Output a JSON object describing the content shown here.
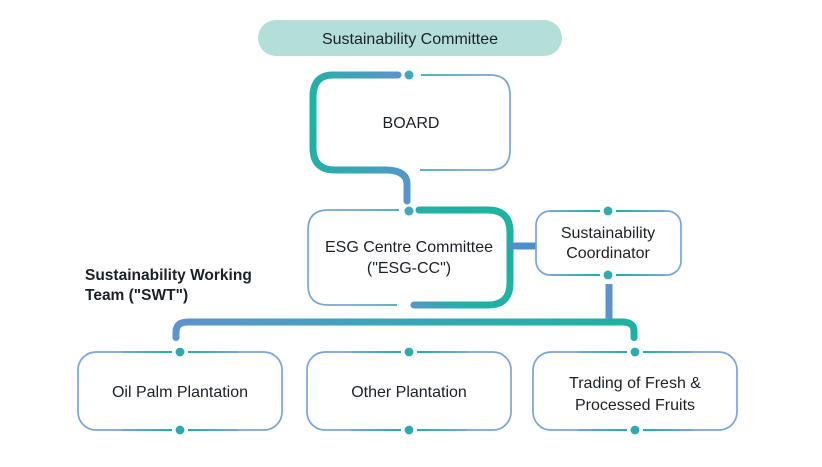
{
  "diagram": {
    "title": "Sustainability Committee",
    "nodes": {
      "board": {
        "label": "BOARD"
      },
      "esg_cc": {
        "line1": "ESG Centre Committee",
        "line2": "(\"ESG-CC\")"
      },
      "coordinator": {
        "line1": "Sustainability",
        "line2": "Coordinator"
      },
      "oil_palm": {
        "label": "Oil Palm Plantation"
      },
      "other_plantation": {
        "label": "Other Plantation"
      },
      "trading": {
        "line1": "Trading of Fresh &",
        "line2": "Processed Fruits"
      }
    },
    "labels": {
      "swt_line1": "Sustainability Working",
      "swt_line2": "Team (\"SWT\")"
    },
    "edges": [
      {
        "from": "BOARD",
        "to": "ESG Centre Committee (\"ESG-CC\")"
      },
      {
        "from": "ESG Centre Committee (\"ESG-CC\")",
        "to": "Sustainability Coordinator"
      },
      {
        "from": "Sustainability Coordinator",
        "to": "Sustainability Working Team (\"SWT\")"
      },
      {
        "from": "Sustainability Working Team (\"SWT\")",
        "to": "Oil Palm Plantation"
      },
      {
        "from": "Sustainability Working Team (\"SWT\")",
        "to": "Other Plantation"
      },
      {
        "from": "Sustainability Working Team (\"SWT\")",
        "to": "Trading of Fresh & Processed Fruits"
      }
    ],
    "colors": {
      "pill_fill": "#b4dfd9",
      "teal": "#1fb1a3",
      "blue": "#5b93cc",
      "border_blue": "#7ba4d8",
      "dot_teal": "#2fa9ab",
      "text": "#1c2128"
    }
  }
}
